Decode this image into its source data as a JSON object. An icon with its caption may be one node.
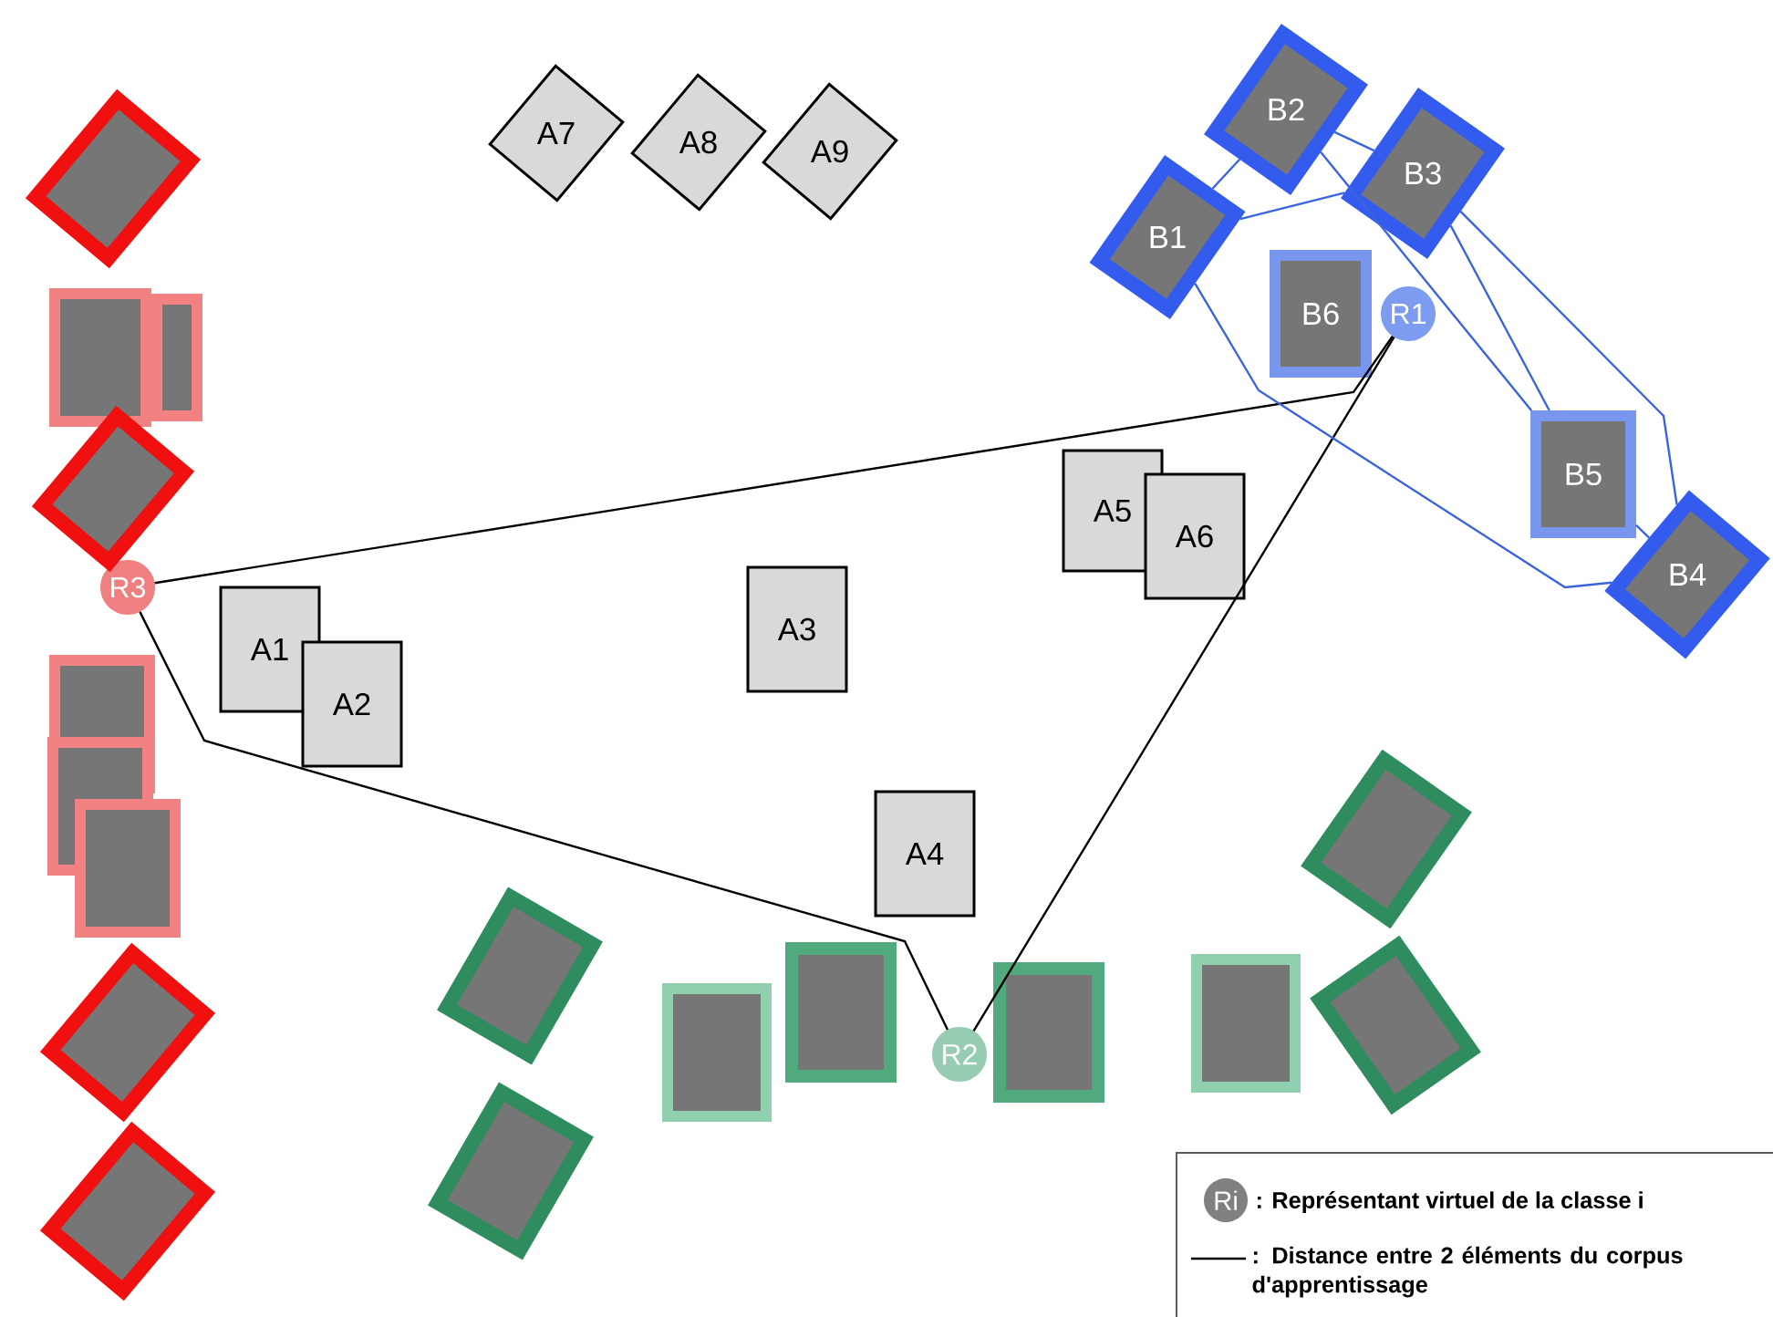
{
  "diagram": {
    "nodes": [
      {
        "text": [
          "A7"
        ]
      },
      {
        "text": [
          "A8"
        ]
      },
      {
        "text": [
          "A9"
        ]
      },
      {
        "text": [
          "B2"
        ]
      },
      {
        "text": [
          "B3"
        ]
      },
      {
        "text": [
          "B1"
        ]
      },
      {
        "text": [
          "B6"
        ]
      },
      {
        "text": [
          "R1"
        ]
      },
      {
        "text": [
          "A5"
        ]
      },
      {
        "text": [
          "A6"
        ]
      },
      {
        "text": [
          "B5"
        ]
      },
      {
        "text": [
          "B4"
        ]
      },
      {
        "text": [
          "R3"
        ]
      },
      {
        "text": [
          "A1"
        ]
      },
      {
        "text": [
          "A2"
        ]
      },
      {
        "text": [
          "A3"
        ]
      },
      {
        "text": [
          "A4"
        ]
      },
      {
        "text": [
          "R2"
        ]
      },
      {
        "text": [],
        "shape": "box"
      },
      {
        "text": [],
        "shape": "box"
      },
      {
        "text": [],
        "shape": "box"
      },
      {
        "text": [],
        "shape": "box"
      },
      {
        "text": [],
        "shape": "box"
      },
      {
        "text": [],
        "shape": "box"
      },
      {
        "text": [],
        "shape": "box"
      },
      {
        "text": [],
        "shape": "box"
      },
      {
        "text": [],
        "shape": "box"
      },
      {
        "text": [],
        "shape": "box"
      },
      {
        "text": [],
        "shape": "box"
      },
      {
        "text": [],
        "shape": "box"
      },
      {
        "text": [],
        "shape": "box"
      },
      {
        "text": [],
        "shape": "box"
      },
      {
        "text": [],
        "shape": "box"
      },
      {
        "text": [],
        "shape": "box"
      },
      {
        "text": [],
        "shape": "box"
      }
    ],
    "edges": [
      {
        "from": 12,
        "to": 7,
        "arrow": "none",
        "color": "#000000"
      },
      {
        "from": 12,
        "to": 17,
        "arrow": "none",
        "color": "#000000"
      },
      {
        "from": 17,
        "to": 7,
        "arrow": "none",
        "color": "#000000"
      },
      {
        "from": 5,
        "to": 3,
        "arrow": "none"
      },
      {
        "from": 5,
        "to": 4,
        "arrow": "none"
      },
      {
        "from": 3,
        "to": 4,
        "arrow": "none"
      },
      {
        "from": 5,
        "to": 11,
        "arrow": "none"
      },
      {
        "from": 4,
        "to": 11,
        "arrow": "none"
      },
      {
        "from": 3,
        "to": 10,
        "arrow": "none"
      },
      {
        "from": 4,
        "to": 10,
        "arrow": "none"
      },
      {
        "from": 10,
        "to": 11,
        "arrow": "none"
      }
    ],
    "labels": [
      "Ri"
    ],
    "legend": [
      {
        "text": ": Représentant virtuel de la classe i"
      },
      {
        "text": ": Distance entre 2 éléments du corpus d'apprentissage"
      }
    ]
  }
}
